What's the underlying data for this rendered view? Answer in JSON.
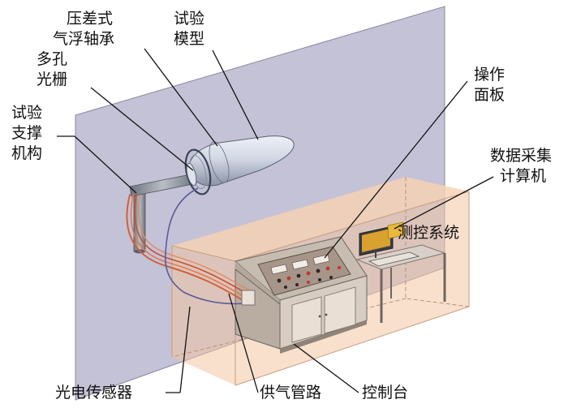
{
  "labels": {
    "bearing": [
      "压差式",
      "气浮轴承"
    ],
    "model": [
      "试验",
      "模型"
    ],
    "grid": [
      "多孔",
      "光栅"
    ],
    "support": [
      "试验",
      "支撑",
      "机构"
    ],
    "panel": [
      "操作",
      "面板"
    ],
    "computer": [
      "数据采集",
      "计算机"
    ],
    "system": "测控系统",
    "sensor": "光电传感器",
    "pipe": "供气管路",
    "console": "控制台"
  },
  "colors": {
    "wall": "#c4c2d6",
    "enclosure": "#f2c6a4",
    "console_body": "#d2c7bc",
    "panel_face": "#a8958a",
    "model_body": "#c4cbd8",
    "strut": "#8f96a0",
    "tube_red": "#d2603a",
    "tube_blue": "#5a5a9a",
    "gold": "#e8b93a"
  }
}
